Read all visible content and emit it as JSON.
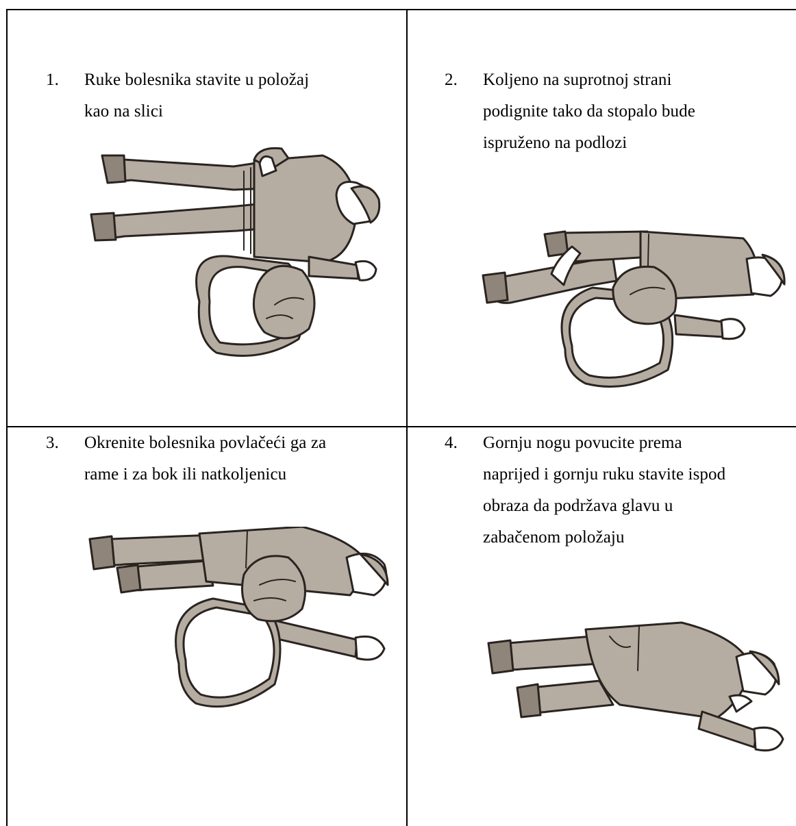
{
  "steps": [
    {
      "number": "1.",
      "lines": [
        "Ruke bolesnika stavite u položaj",
        "kao na slici"
      ]
    },
    {
      "number": "2.",
      "lines": [
        "Koljeno na suprotnoj strani",
        "podignite tako da stopalo bude",
        "ispruženo na podlozi"
      ]
    },
    {
      "number": "3.",
      "lines": [
        "Okrenite bolesnika povlačeći ga za",
        "rame i za bok ili natkoljenicu"
      ]
    },
    {
      "number": "4.",
      "lines": [
        "Gornju nogu povucite prema",
        "naprijed i gornju ruku stavite ispod",
        "obraza da podržava glavu u",
        "zabačenom položaju"
      ]
    }
  ],
  "illustrations": [
    {
      "icon": "person-lying-on-back-rescuer-kneeling"
    },
    {
      "icon": "rescuer-raising-knee"
    },
    {
      "icon": "rescuer-rolling-patient"
    },
    {
      "icon": "recovery-position"
    }
  ],
  "colors": {
    "clothing": "#b5aca2",
    "clothing_shadow": "#8f857a",
    "outline": "#2a2420",
    "shirt": "#ffffff",
    "grid": "#000000"
  }
}
